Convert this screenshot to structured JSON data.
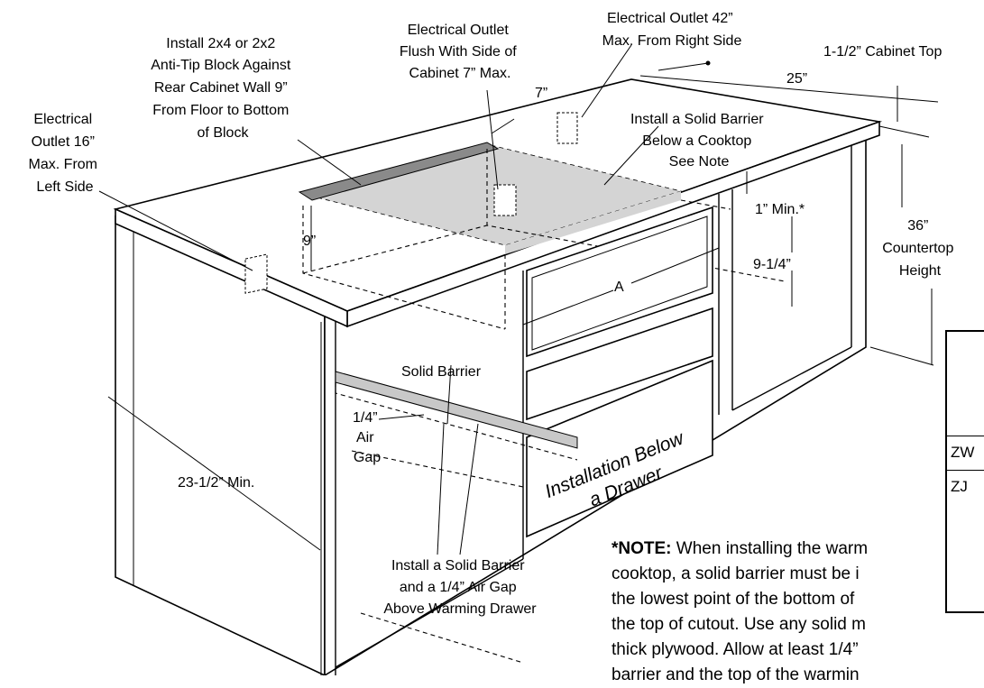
{
  "labels": {
    "outlet_right": [
      "Electrical Outlet 42”",
      "Max. From Right Side"
    ],
    "cabinet_top": "1-1/2” Cabinet Top",
    "depth_25": "25”",
    "outlet_flush": [
      "Electrical Outlet",
      "Flush With Side of",
      "Cabinet 7” Max."
    ],
    "anti_tip": [
      "Install 2x4 or 2x2",
      "Anti-Tip Block Against",
      "Rear Cabinet Wall 9”",
      "From Floor to Bottom",
      "of Block"
    ],
    "outlet_left": [
      "Electrical",
      "Outlet 16”",
      "Max. From",
      "Left Side"
    ],
    "dim_7": "7”",
    "solid_barrier_cooktop": [
      "Install a Solid  Barrier",
      "Below a Cooktop",
      "See Note"
    ],
    "min_1": "1” Min.*",
    "dim_9": "9”",
    "countertop": [
      "36”",
      "Countertop",
      "Height"
    ],
    "dim_9_14": "9-1/4”",
    "dim_a": "A",
    "solid_barrier": "Solid Barrier",
    "air_gap": [
      "1/4”",
      "Air",
      "Gap"
    ],
    "install_below_drawer": [
      "Installation Below",
      "a Drawer"
    ],
    "min_23_12": "23-1/2” Min.",
    "barrier_above": [
      "Install a Solid Barrier",
      "and a 1/4” Air Gap",
      "Above Warming Drawer"
    ]
  },
  "table_rows": [
    "ZW",
    "ZJ"
  ],
  "note": {
    "label": "*NOTE:",
    "lines": [
      " When installing the warm",
      "cooktop, a solid barrier must be i",
      "the lowest point of the bottom of",
      "the top of cutout. Use any solid m",
      "thick plywood. Allow at least 1/4”",
      "barrier and the top of the warmin"
    ]
  }
}
